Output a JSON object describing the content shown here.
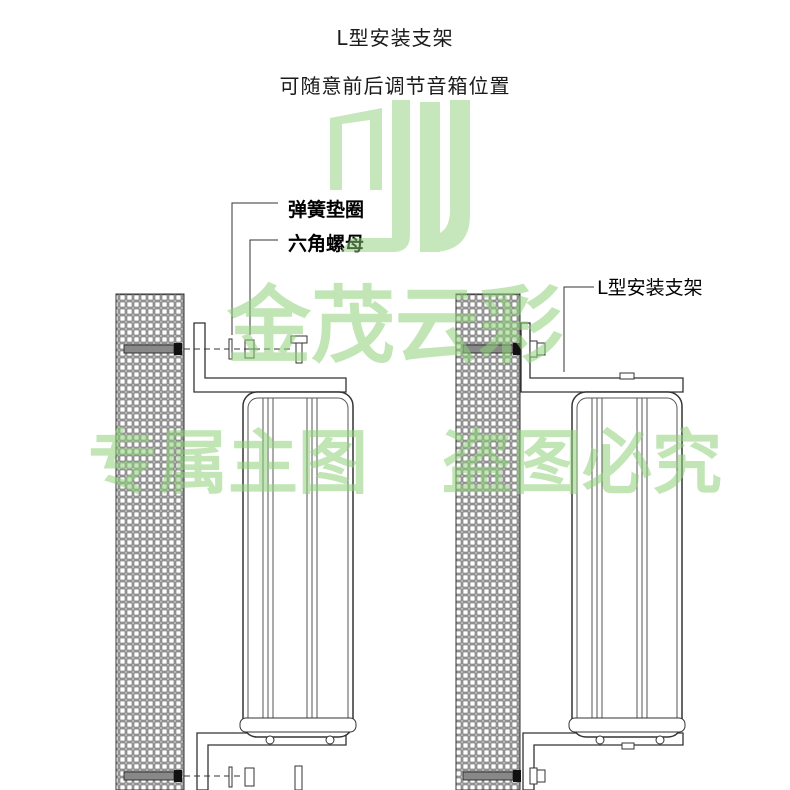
{
  "title": "L型安装支架",
  "subtitle": "可随意前后调节音箱位置",
  "labels": {
    "spring_washer": "弹簧垫圈",
    "hex_nut": "六角螺母",
    "bracket_right": "L型安装支架"
  },
  "watermark": {
    "brand": "金茂云彩",
    "line_left": "专属主图",
    "line_right": "盗图必究",
    "color": "#8fd17a"
  }
}
